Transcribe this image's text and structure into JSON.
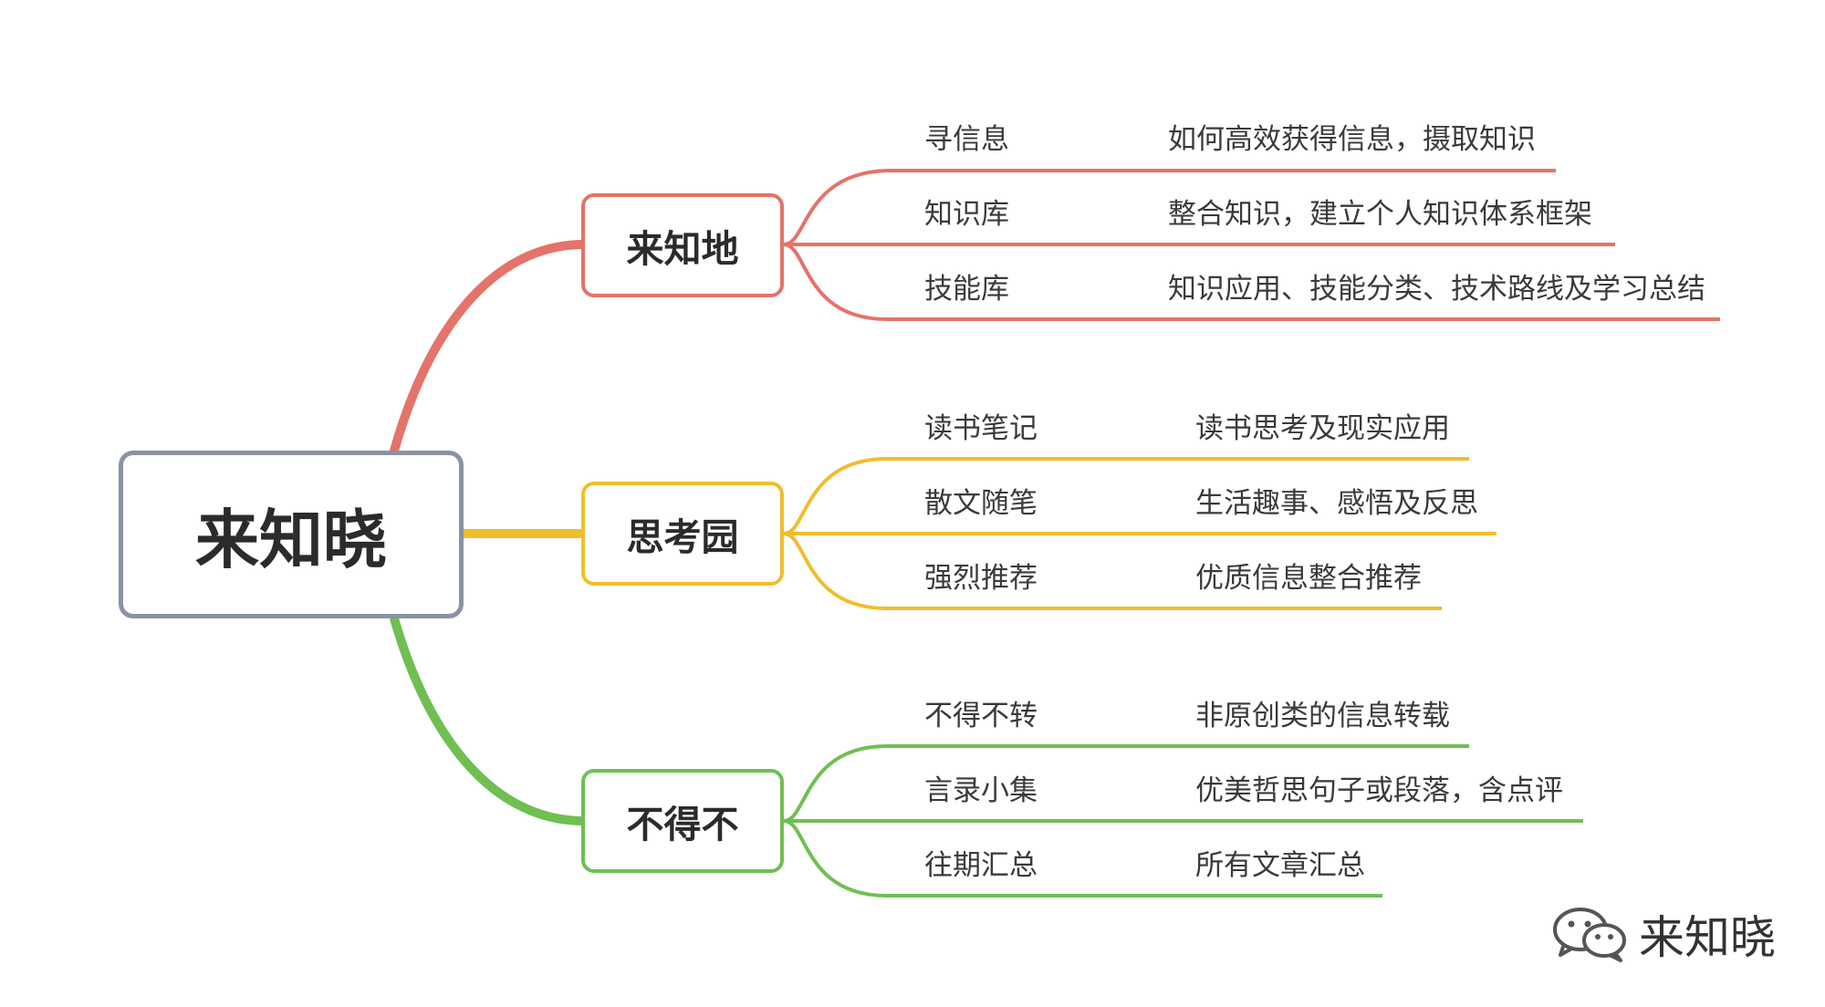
{
  "root": {
    "label": "来知晓"
  },
  "branches": [
    {
      "label": "来知地",
      "color": "#e4736a",
      "items": [
        {
          "name": "寻信息",
          "desc": "如何高效获得信息，摄取知识"
        },
        {
          "name": "知识库",
          "desc": "整合知识，建立个人知识体系框架"
        },
        {
          "name": "技能库",
          "desc": "知识应用、技能分类、技术路线及学习总结"
        }
      ]
    },
    {
      "label": "思考园",
      "color": "#f0bd2d",
      "items": [
        {
          "name": "读书笔记",
          "desc": "读书思考及现实应用"
        },
        {
          "name": "散文随笔",
          "desc": "生活趣事、感悟及反思"
        },
        {
          "name": "强烈推荐",
          "desc": "优质信息整合推荐"
        }
      ]
    },
    {
      "label": "不得不",
      "color": "#6fbf52",
      "items": [
        {
          "name": "不得不转",
          "desc": "非原创类的信息转载"
        },
        {
          "name": "言录小集",
          "desc": "优美哲思句子或段落，含点评"
        },
        {
          "name": "往期汇总",
          "desc": "所有文章汇总"
        }
      ]
    }
  ],
  "watermark": {
    "text": "来知晓",
    "icon": "wechat-icon"
  }
}
